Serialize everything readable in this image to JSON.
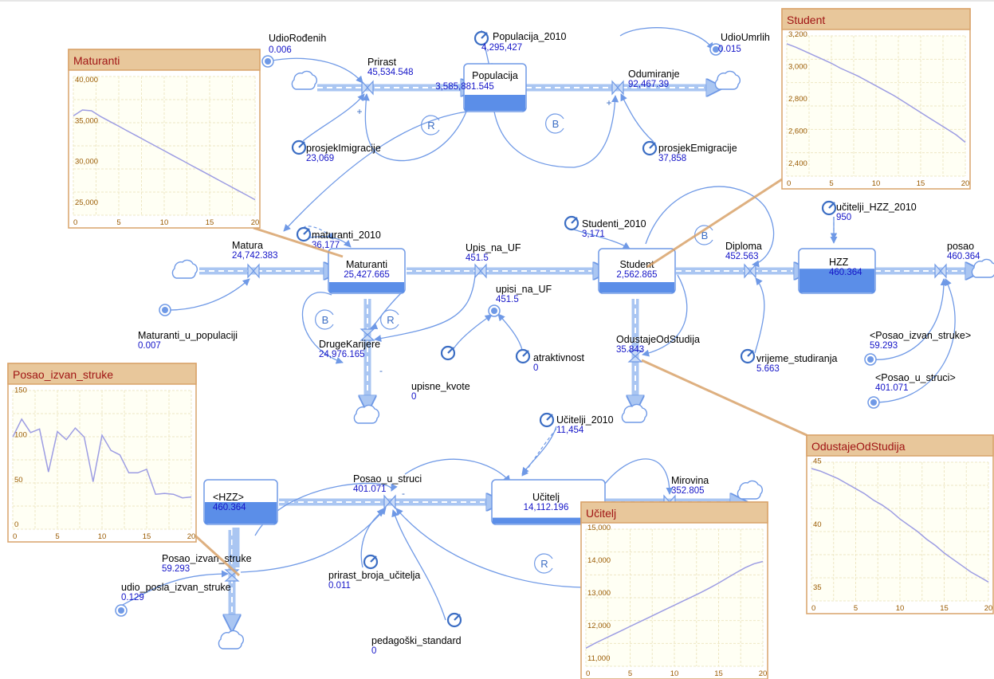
{
  "stocks": [
    {
      "id": "populacija",
      "name": "Populacija",
      "value": "3,585,881.545",
      "fill": 0.35
    },
    {
      "id": "maturanti",
      "name": "Maturanti",
      "value": "25,427.665",
      "fill": 0.25
    },
    {
      "id": "student",
      "name": "Student",
      "value": "2,562.865",
      "fill": 0.25
    },
    {
      "id": "hzz",
      "name": "HZZ",
      "value": "460.364",
      "fill": 0.55
    },
    {
      "id": "ucitelj",
      "name": "Učitelj",
      "value": "14,112.196",
      "fill": 0.15
    },
    {
      "id": "hzz-shadow",
      "name": "<HZZ>",
      "value": "460.364",
      "fill": 0.5
    }
  ],
  "flows": [
    {
      "id": "prirast",
      "name": "Prirast",
      "value": "45,534.548"
    },
    {
      "id": "odumiranje",
      "name": "Odumiranje",
      "value": "92,467.39"
    },
    {
      "id": "matura",
      "name": "Matura",
      "value": "24,742.383"
    },
    {
      "id": "upis-na-uf",
      "name": "Upis_na_UF",
      "value": "451.5"
    },
    {
      "id": "diploma",
      "name": "Diploma",
      "value": "452.563"
    },
    {
      "id": "posao",
      "name": "posao",
      "value": "460.364"
    },
    {
      "id": "druge-karijere",
      "name": "DrugeKarijere",
      "value": "24,976.165"
    },
    {
      "id": "odustaje",
      "name": "OdustajeOdStudija",
      "value": "35.843"
    },
    {
      "id": "posao-u-struci",
      "name": "Posao_u_struci",
      "value": "401.071"
    },
    {
      "id": "mirovina",
      "name": "Mirovina",
      "value": "352.805"
    },
    {
      "id": "posao-izvan",
      "name": "Posao_izvan_struke",
      "value": "59.293"
    }
  ],
  "auxiliaries": [
    {
      "id": "udio-rodenih",
      "name": "UdioRođenih",
      "value": "0.006"
    },
    {
      "id": "populacija-2010",
      "name": "Populacija_2010",
      "value": "4,295,427"
    },
    {
      "id": "udio-umrlih",
      "name": "UdioUmrlih",
      "value": "0.015"
    },
    {
      "id": "prosjek-imigracije",
      "name": "prosjekImigracije",
      "value": "23,069"
    },
    {
      "id": "prosjek-emigracije",
      "name": "prosjekEmigracije",
      "value": "37,858"
    },
    {
      "id": "maturanti-2010",
      "name": "maturanti_2010",
      "value": "36,177"
    },
    {
      "id": "studenti-2010",
      "name": "Studenti_2010",
      "value": "3,171"
    },
    {
      "id": "ucitelji-hzz-2010",
      "name": "učitelji_HZZ_2010",
      "value": "950"
    },
    {
      "id": "maturanti-u-populaciji",
      "name": "Maturanti_u_populaciji",
      "value": "0.007"
    },
    {
      "id": "upisi-na-uf",
      "name": "upisi_na_UF",
      "value": "451.5"
    },
    {
      "id": "upisne-kvote",
      "name": "upisne_kvote",
      "value": "0"
    },
    {
      "id": "atraktivnost",
      "name": "atraktivnost",
      "value": "0"
    },
    {
      "id": "vrijeme-studiranja",
      "name": "vrijeme_studiranja",
      "value": "5.663"
    },
    {
      "id": "posao-izvan-struke-ghost",
      "name": "<Posao_izvan_struke>",
      "value": "59.293"
    },
    {
      "id": "posao-u-struci-ghost",
      "name": "<Posao_u_struci>",
      "value": "401.071"
    },
    {
      "id": "ucitelji-2010",
      "name": "Učitelji_2010",
      "value": "11,454"
    },
    {
      "id": "prirast-broja-ucitelja",
      "name": "prirast_broja_učitelja",
      "value": "0.011"
    },
    {
      "id": "pedagoski-standard",
      "name": "pedagoški_standard",
      "value": "0"
    },
    {
      "id": "udio-posla-izvan-struke",
      "name": "udio_posla_izvan_struke",
      "value": "0.129"
    }
  ],
  "loops": [
    "R",
    "B",
    "B",
    "R",
    "B",
    "R"
  ],
  "signs": {
    "plus": "+",
    "minus": "-"
  },
  "colors": {
    "arrow": "#6f99e6",
    "arrowLight": "#aac6f2",
    "stockFill": "#5b8ee8",
    "panelHeader": "#e8c79b",
    "panelBorder": "#d9a36a",
    "graphLine": "#9d9de3",
    "grid": "#eee7c4",
    "panelTitle": "#a01515",
    "valueText": "#1515c8"
  },
  "chart_data": [
    {
      "type": "line",
      "title": "Maturanti",
      "x": [
        0,
        1,
        2,
        3,
        4,
        5,
        6,
        7,
        8,
        9,
        10,
        11,
        12,
        13,
        14,
        15,
        16,
        17,
        18,
        19,
        20
      ],
      "values": [
        36177,
        36900,
        36800,
        36100,
        35500,
        34900,
        34300,
        33700,
        33100,
        32500,
        31900,
        31300,
        30700,
        30100,
        29500,
        28900,
        28300,
        27700,
        27100,
        26500,
        25900
      ],
      "xlim": [
        0,
        20
      ],
      "ylim": [
        24000,
        41000
      ],
      "yticks": [
        25000,
        30000,
        35000,
        40000
      ],
      "ytick_labels": [
        "25,000",
        "30,000",
        "35,000",
        "40,000"
      ],
      "xticks": [
        0,
        5,
        10,
        15,
        20
      ]
    },
    {
      "type": "line",
      "title": "Student",
      "x": [
        0,
        1,
        2,
        3,
        4,
        5,
        6,
        7,
        8,
        9,
        10,
        11,
        12,
        13,
        14,
        15,
        16,
        17,
        18,
        19,
        20
      ],
      "values": [
        3171,
        3150,
        3125,
        3100,
        3075,
        3050,
        3020,
        2995,
        2970,
        2940,
        2910,
        2880,
        2850,
        2815,
        2780,
        2745,
        2710,
        2675,
        2640,
        2605,
        2560
      ],
      "xlim": [
        0,
        20
      ],
      "ylim": [
        2350,
        3220
      ],
      "yticks": [
        2400,
        2600,
        2800,
        3000,
        3200
      ],
      "ytick_labels": [
        "2,400",
        "2,600",
        "2,800",
        "3,000",
        "3,200"
      ],
      "xticks": [
        0,
        5,
        10,
        15,
        20
      ]
    },
    {
      "type": "line",
      "title": "Posao_izvan_struke",
      "x": [
        0,
        1,
        2,
        3,
        4,
        5,
        6,
        7,
        8,
        9,
        10,
        11,
        12,
        13,
        14,
        15,
        16,
        17,
        18,
        19,
        20
      ],
      "values": [
        103,
        123,
        108,
        112,
        64,
        109,
        100,
        113,
        103,
        53,
        105,
        88,
        83,
        63,
        63,
        67,
        39,
        40,
        39,
        35,
        36
      ],
      "xlim": [
        0,
        20
      ],
      "ylim": [
        0,
        155
      ],
      "yticks": [
        0,
        50,
        100,
        150
      ],
      "ytick_labels": [
        "0",
        "50",
        "100",
        "150"
      ],
      "xticks": [
        0,
        5,
        10,
        15,
        20
      ]
    },
    {
      "type": "line",
      "title": "OdustajeOdStudija",
      "x": [
        0,
        1,
        2,
        3,
        4,
        5,
        6,
        7,
        8,
        9,
        10,
        11,
        12,
        13,
        14,
        15,
        16,
        17,
        18,
        19,
        20
      ],
      "values": [
        44.8,
        44.6,
        44.3,
        44.0,
        43.6,
        43.2,
        42.8,
        42.3,
        41.9,
        41.4,
        40.8,
        40.3,
        39.8,
        39.2,
        38.7,
        38.1,
        37.6,
        37.1,
        36.6,
        36.2,
        35.8
      ],
      "xlim": [
        0,
        20
      ],
      "ylim": [
        34.3,
        45.3
      ],
      "yticks": [
        35,
        40,
        45
      ],
      "ytick_labels": [
        "35",
        "40",
        "45"
      ],
      "xticks": [
        0,
        5,
        10,
        15,
        20
      ]
    },
    {
      "type": "line",
      "title": "Učitelj",
      "x": [
        0,
        1,
        2,
        3,
        4,
        5,
        6,
        7,
        8,
        9,
        10,
        11,
        12,
        13,
        14,
        15,
        16,
        17,
        18,
        19,
        20
      ],
      "values": [
        11454,
        11600,
        11730,
        11860,
        11990,
        12120,
        12250,
        12380,
        12510,
        12640,
        12770,
        12900,
        13030,
        13160,
        13300,
        13450,
        13610,
        13770,
        13920,
        14040,
        14112
      ],
      "xlim": [
        0,
        20
      ],
      "ylim": [
        10900,
        15100
      ],
      "yticks": [
        11000,
        12000,
        13000,
        14000,
        15000
      ],
      "ytick_labels": [
        "11,000",
        "12,000",
        "13,000",
        "14,000",
        "15,000"
      ],
      "xticks": [
        0,
        5,
        10,
        15,
        20
      ]
    }
  ]
}
